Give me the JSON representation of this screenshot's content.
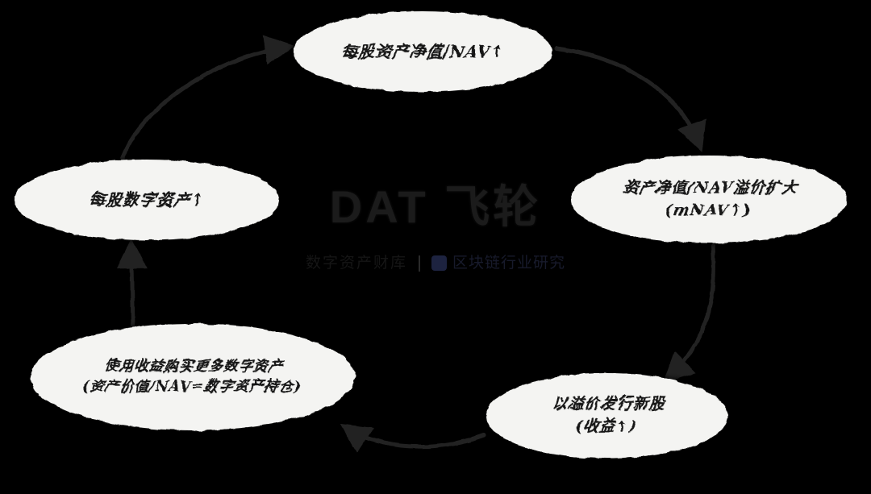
{
  "meta": {
    "background_color": "#000000",
    "node_fill_color": "#f4f4f2",
    "node_text_color": "#121212",
    "accent_badge_color": "#1d2340",
    "watermark_color": "#1b1b1b"
  },
  "watermark": {
    "title": "DAT 飞轮",
    "subtitle_left": "数字资产财库",
    "subtitle_right": "区块链行业研究",
    "badge_icon": "square-logo-icon"
  },
  "diagram": {
    "type": "cycle-flywheel",
    "nodes": [
      {
        "id": "nav-per-share",
        "label": "每股资产净值/NAV↑",
        "lines": [
          "每股资产净值/NAV↑"
        ],
        "position": "top"
      },
      {
        "id": "mnav-premium",
        "label": "资产净值/NAV溢价扩大\n(mNAV↑)",
        "lines": [
          "资产净值/NAV溢价扩大",
          "(mNAV↑)"
        ],
        "position": "right"
      },
      {
        "id": "issue-premium",
        "label": "以溢价发行新股\n(收益↑)",
        "lines": [
          "以溢价发行新股",
          "(收益↑)"
        ],
        "position": "bottom-right"
      },
      {
        "id": "buy-more",
        "label": "使用收益购买更多数字资产\n(资产价值/NAV=数字资产持仓)",
        "lines": [
          "使用收益购买更多数字资产",
          "(资产价值/NAV=数字资产持仓)"
        ],
        "position": "bottom-left"
      },
      {
        "id": "dat-per-share",
        "label": "每股数字资产↑",
        "lines": [
          "每股数字资产↑"
        ],
        "position": "left"
      }
    ],
    "edges": [
      {
        "id": "edge-dat-to-nav",
        "from": "dat-per-share",
        "to": "nav-per-share",
        "style": "curved-arc",
        "arrow": true
      },
      {
        "id": "edge-nav-to-mnav",
        "from": "nav-per-share",
        "to": "mnav-premium",
        "style": "curved-arc",
        "arrow": true
      },
      {
        "id": "edge-mnav-to-issue",
        "from": "mnav-premium",
        "to": "issue-premium",
        "style": "curved-arc",
        "arrow": true
      },
      {
        "id": "edge-issue-to-buy",
        "from": "issue-premium",
        "to": "buy-more",
        "style": "curved-arc",
        "arrow": true
      },
      {
        "id": "edge-buy-to-dat",
        "from": "buy-more",
        "to": "dat-per-share",
        "style": "straight",
        "arrow": true
      }
    ]
  }
}
